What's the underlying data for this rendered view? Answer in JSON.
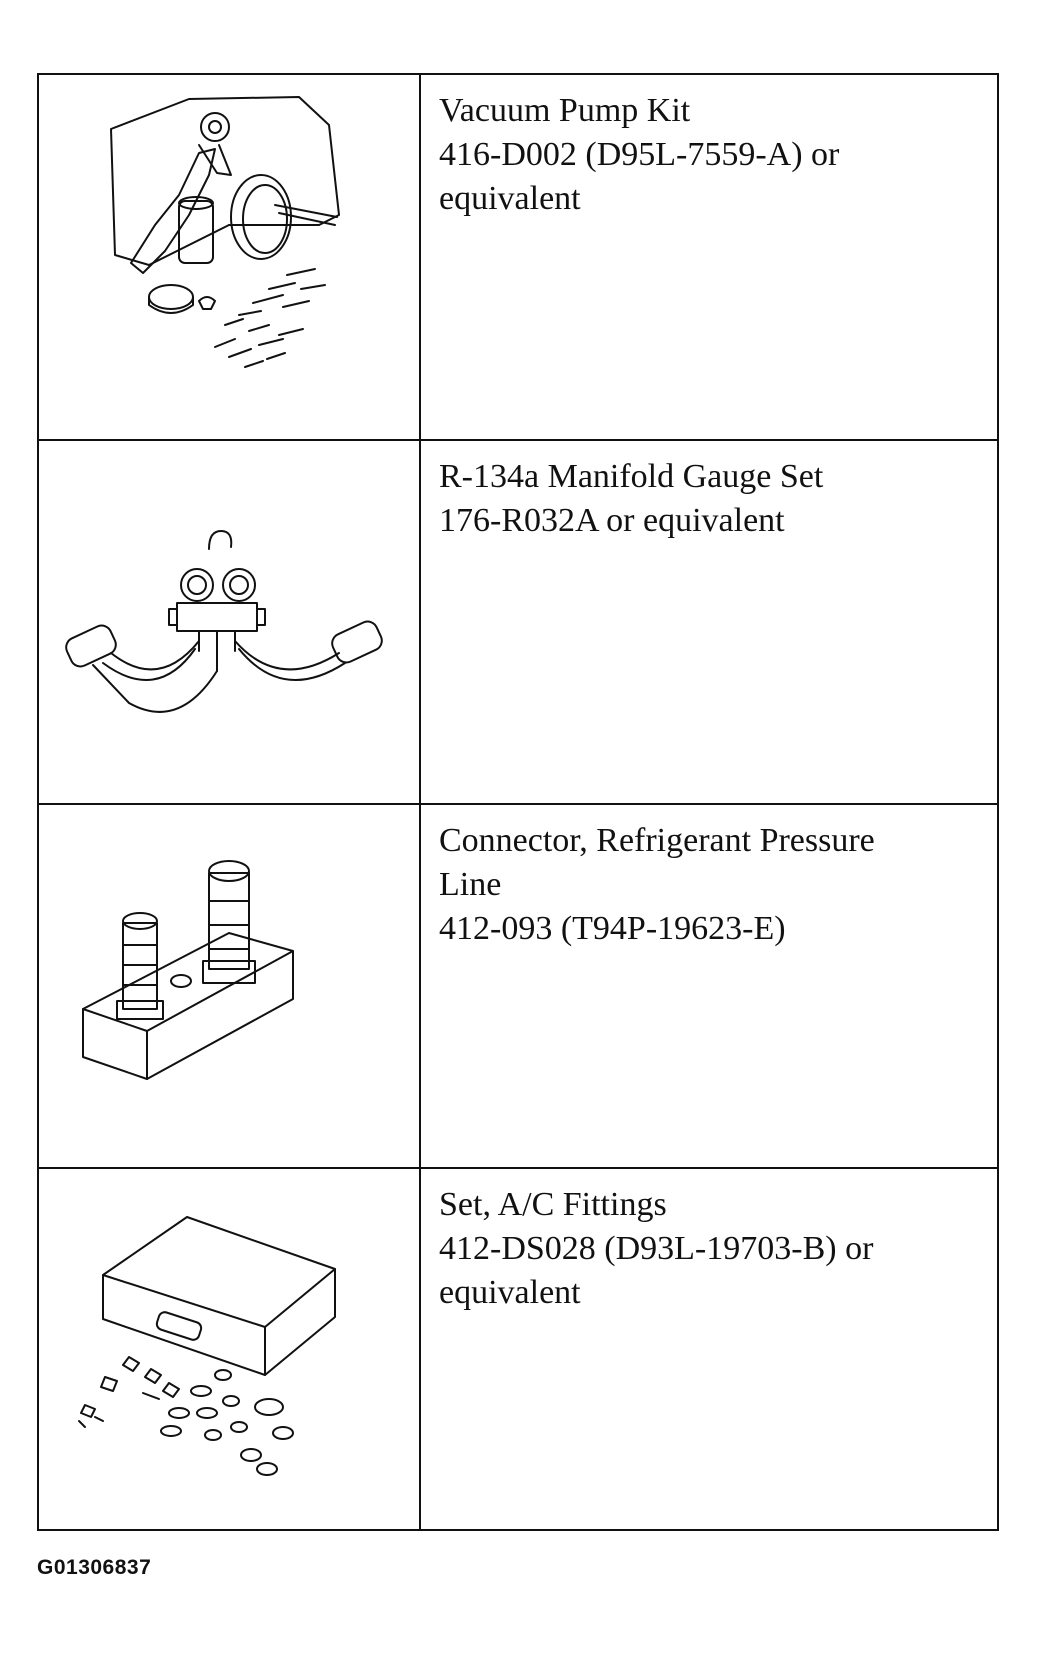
{
  "rows": [
    {
      "illustration": "vacuum-pump-kit-illustration",
      "name": "Vacuum Pump Kit",
      "part": "416-D002 (D95L-7559-A) or\nequivalent"
    },
    {
      "illustration": "manifold-gauge-set-illustration",
      "name": "R-134a Manifold Gauge Set",
      "part": "176-R032A or equivalent"
    },
    {
      "illustration": "pressure-line-connector-illustration",
      "name": "Connector, Refrigerant Pressure\nLine",
      "part": "412-093 (T94P-19623-E)"
    },
    {
      "illustration": "ac-fittings-set-illustration",
      "name": "Set, A/C Fittings",
      "part": "412-DS028 (D93L-19703-B) or\nequivalent"
    }
  ],
  "figure_id": "G01306837"
}
